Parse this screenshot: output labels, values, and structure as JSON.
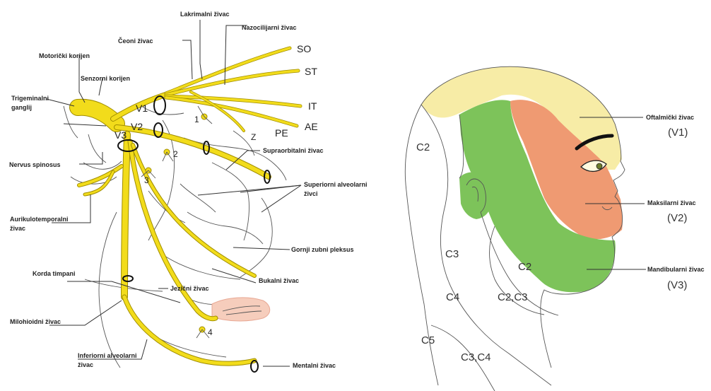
{
  "left_diagram": {
    "labels": {
      "lakrimalni": "Lakrimalni živac",
      "nazocilijarni": "Nazocilijarni živac",
      "ceoni": "Čeoni živac",
      "motoricki": "Motorički korijen",
      "senzorni": "Senzorni korijen",
      "trigeminalni_1": "Trigeminalni",
      "trigeminalni_2": "ganglij",
      "nervus_spinosus": "Nervus spinosus",
      "aurikulo_1": "Aurikulotemporalni",
      "aurikulo_2": "živac",
      "korda": "Korda timpani",
      "milohioidni": "Milohioidni živac",
      "inferiorni_1": "Inferiorni alveolarni",
      "inferiorni_2": "živac",
      "supraorbitalni": "Supraorbitalni živac",
      "superiorni_1": "Superiorni alveolarni",
      "superiorni_2": "živci",
      "gornji_zubni": "Gornji zubni pleksus",
      "bukalni": "Bukalni živac",
      "jezicni": "Jezični živac",
      "mentalni": "Mentalni živac"
    },
    "codes": {
      "so": "SO",
      "st": "ST",
      "it": "IT",
      "ae": "AE",
      "pe": "PE",
      "z": "Z",
      "v1": "V1",
      "v2": "V2",
      "v3": "V3"
    },
    "ganglia": {
      "g1": "1",
      "g2": "2",
      "g3": "3",
      "g4": "4"
    }
  },
  "right_diagram": {
    "labels": {
      "oftalmicki": "Oftalmički živac",
      "v1": "(V1)",
      "maksilarni": "Maksilarni živac",
      "v2": "(V2)",
      "mandibularni": "Mandibularni živac",
      "v3": "(V3)"
    },
    "dermatomes": {
      "c2_back": "C2",
      "c2_neck": "C2",
      "c3": "C3",
      "c4": "C4",
      "c5": "C5",
      "c2c3": "C2,C3",
      "c3c4": "C3,C4"
    },
    "colors": {
      "ophthalmic": "#f7eca6",
      "maxillary": "#ef9a72",
      "mandibular": "#7dc35a"
    }
  }
}
